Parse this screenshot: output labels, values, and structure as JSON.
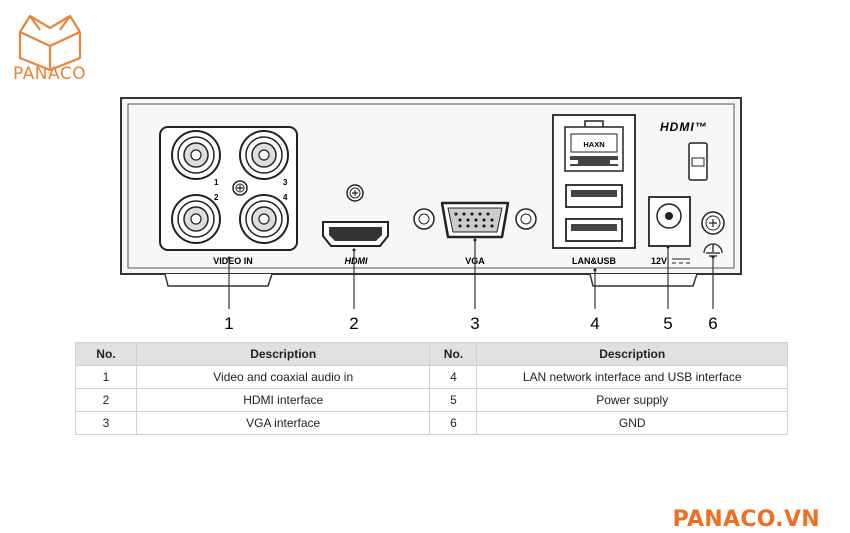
{
  "brand": {
    "logo_text": "PANACO",
    "footer_text": "PANACO.VN",
    "accent_color": "#ef6f22"
  },
  "diagram": {
    "panel_labels": {
      "video_in": "VIDEO IN",
      "hdmi": "HDMI",
      "vga": "VGA",
      "lan_usb": "LAN&USB",
      "power": "12V",
      "hdmi_logo": "HDMI™",
      "lan_jack": "HAXN"
    },
    "bnc_labels": [
      "1",
      "2",
      "3",
      "4"
    ],
    "callouts": [
      "1",
      "2",
      "3",
      "4",
      "5",
      "6"
    ]
  },
  "table": {
    "headers": [
      "No.",
      "Description",
      "No.",
      "Description"
    ],
    "rows": [
      [
        "1",
        "Video and coaxial audio in",
        "4",
        "LAN network interface and USB interface"
      ],
      [
        "2",
        "HDMI interface",
        "5",
        "Power supply"
      ],
      [
        "3",
        "VGA interface",
        "6",
        "GND"
      ]
    ]
  }
}
